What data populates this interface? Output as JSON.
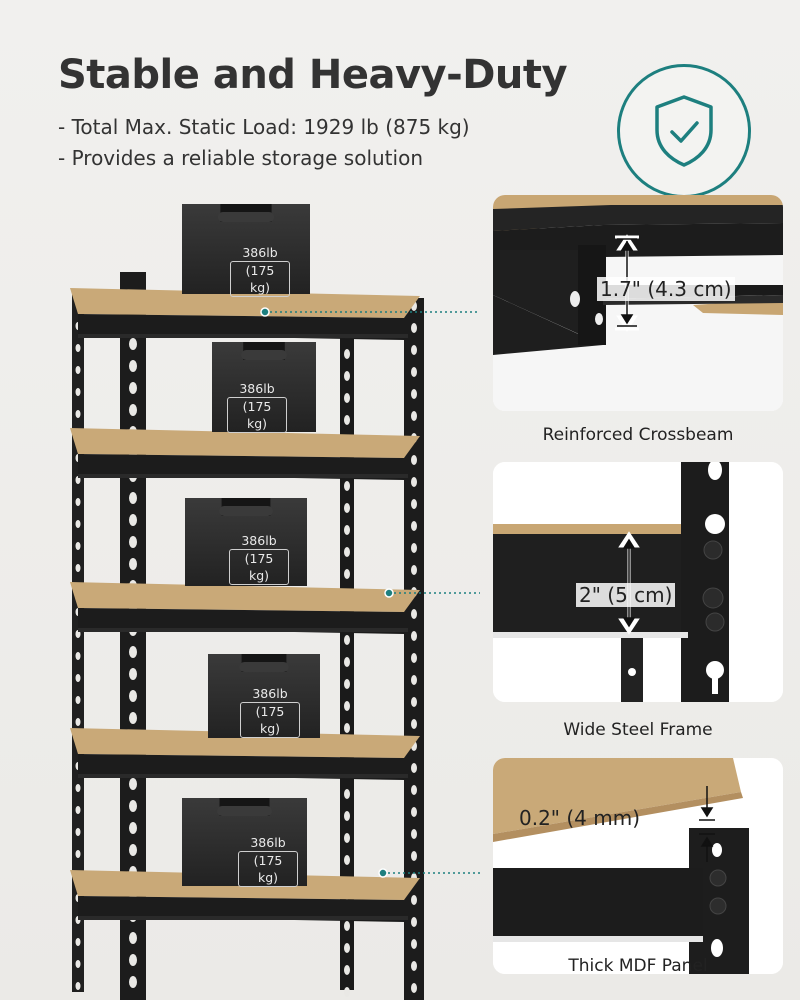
{
  "title": "Stable and Heavy-Duty",
  "bullets": [
    "- Total Max. Static Load: 1929 lb (875 kg)",
    "- Provides a reliable storage solution"
  ],
  "badge_icon": "shield-check-icon",
  "weight": {
    "lb": "386lb",
    "kg": "(175 kg)"
  },
  "details": [
    {
      "caption": "Reinforced Crossbeam",
      "measurement": "1.7\" (4.3 cm)"
    },
    {
      "caption": "Wide Steel Frame",
      "measurement": "2\" (5 cm)"
    },
    {
      "caption": "Thick MDF Panel",
      "measurement": "0.2\" (4 mm)"
    }
  ],
  "colors": {
    "accent": "#1d7f7f",
    "frame": "#1c1c1c",
    "board": "#c9a978"
  }
}
